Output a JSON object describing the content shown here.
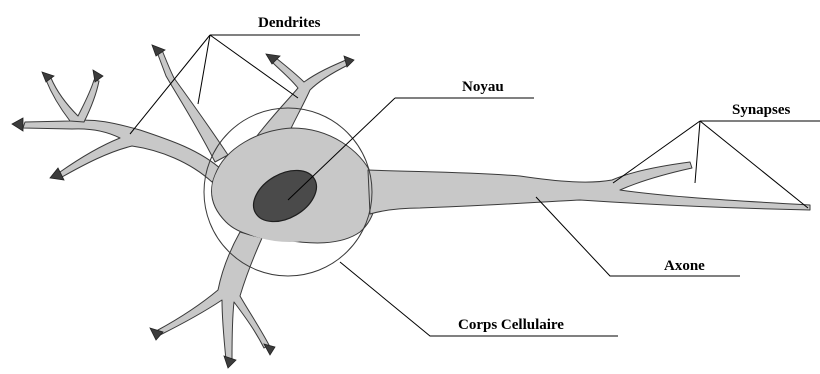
{
  "labels": {
    "dendrites": "Dendrites",
    "noyau": "Noyau",
    "synapses": "Synapses",
    "axone": "Axone",
    "corps_cellulaire": "Corps Cellulaire"
  },
  "colors": {
    "cell_fill": "#c8c8c8",
    "nucleus_fill": "#4a4a4a",
    "outline": "#3a3a3a",
    "terminal": "#3c3c3c"
  }
}
